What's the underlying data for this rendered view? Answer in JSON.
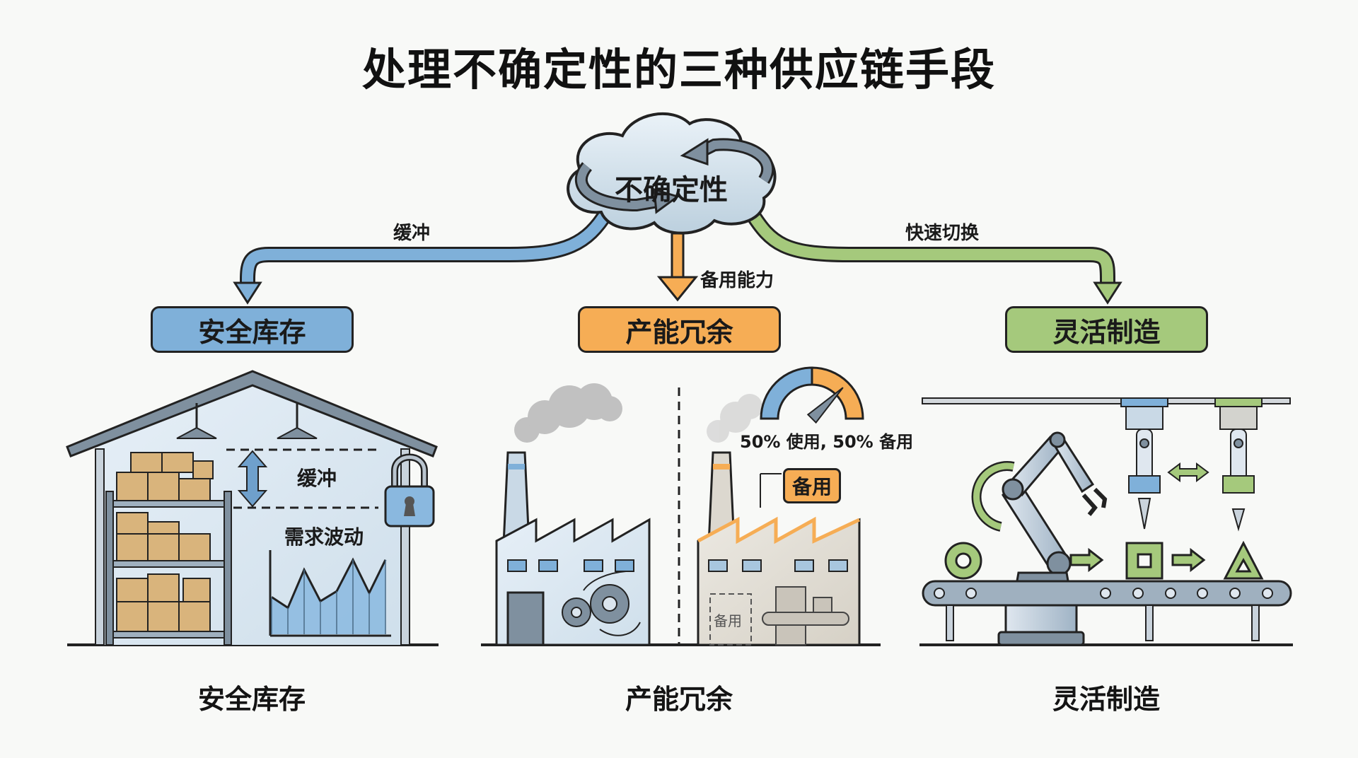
{
  "title": "处理不确定性的三种供应链手段",
  "center": {
    "label": "不确定性",
    "icon": "cycle-arrows-cloud-icon"
  },
  "colors": {
    "blue": "#7fb0d9",
    "orange": "#f6ad55",
    "green": "#a5c97c",
    "outline": "#222222",
    "gray": "#8a9aa8"
  },
  "flows": [
    {
      "label": "缓冲",
      "target": "安全库存",
      "color": "#7fb0d9"
    },
    {
      "label": "备用能力",
      "target": "产能冗余",
      "color": "#f6ad55"
    },
    {
      "label": "快速切换",
      "target": "灵活制造",
      "color": "#a5c97c"
    }
  ],
  "categories": [
    {
      "label": "安全库存",
      "caption": "安全库存"
    },
    {
      "label": "产能冗余",
      "caption": "产能冗余"
    },
    {
      "label": "灵活制造",
      "caption": "灵活制造"
    }
  ],
  "warehouse": {
    "buffer_label": "缓冲",
    "demand_label": "需求波动",
    "icons": [
      "warehouse-icon",
      "boxes-icon",
      "lock-icon",
      "double-arrow-icon"
    ],
    "demand_series": [
      0.45,
      0.32,
      0.78,
      0.4,
      0.52,
      0.9,
      0.5,
      0.9
    ]
  },
  "capacity": {
    "gauge_label": "50% 使用, 50% 备用",
    "gauge_used_pct": 50,
    "gauge_reserve_pct": 50,
    "reserve_tag": "备用",
    "reserve_area_label": "备用"
  },
  "flexible": {
    "icons": [
      "robot-arm-icon",
      "tool-head-blue-icon",
      "tool-head-green-icon",
      "swap-arrow-icon",
      "conveyor-icon"
    ],
    "shapes": [
      "circle",
      "square",
      "triangle"
    ]
  }
}
